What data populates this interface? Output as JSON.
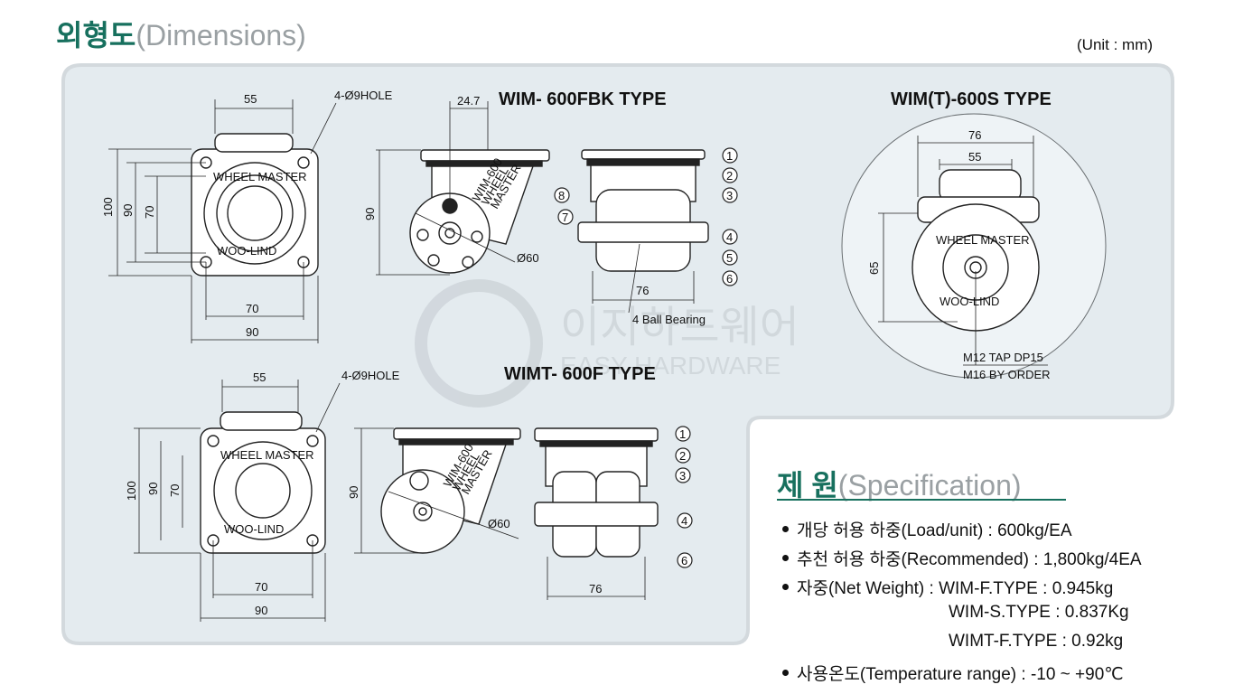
{
  "header": {
    "title_ko": "외형도",
    "title_en": "(Dimensions)",
    "unit": "(Unit : mm)"
  },
  "types": {
    "fbk": "WIM- 600FBK TYPE",
    "s": "WIM(T)-600S TYPE",
    "f": "WIMT- 600F TYPE"
  },
  "dims": {
    "d55": "55",
    "d70": "70",
    "d90": "90",
    "d100": "100",
    "d76": "76",
    "d65": "65",
    "d247": "24.7",
    "hole": "4-Ø9HOLE",
    "wheel_dia": "Ø60",
    "ball_bearing": "4 Ball Bearing",
    "tap": "M12 TAP DP15",
    "by_order": "M16 BY ORDER"
  },
  "plate_text": {
    "top": "WHEEL MASTER",
    "bottom": "WOO-LIND",
    "side": [
      "WIM-600",
      "WHEEL",
      "MASTER"
    ]
  },
  "callouts": [
    "1",
    "2",
    "3",
    "4",
    "5",
    "6",
    "7",
    "8"
  ],
  "watermark": {
    "ko": "이지하드웨어",
    "en": "EASY HARDWARE"
  },
  "spec": {
    "title_ko": "제 원",
    "title_en": "(Specification)",
    "lines": [
      "개당 허용 하중(Load/unit) : 600kg/EA",
      "추천 허용 하중(Recommended) : 1,800kg/4EA",
      "자중(Net Weight) : WIM-F.TYPE : 0.945kg",
      "WIM-S.TYPE : 0.837Kg",
      "WIMT-F.TYPE : 0.92kg",
      "사용온도(Temperature range) : -10 ~ +90℃"
    ]
  },
  "colors": {
    "accent": "#17705e",
    "panel_bg": "#e4ebef",
    "panel_border": "#d3d9dd",
    "muted": "#9aa0a3"
  }
}
